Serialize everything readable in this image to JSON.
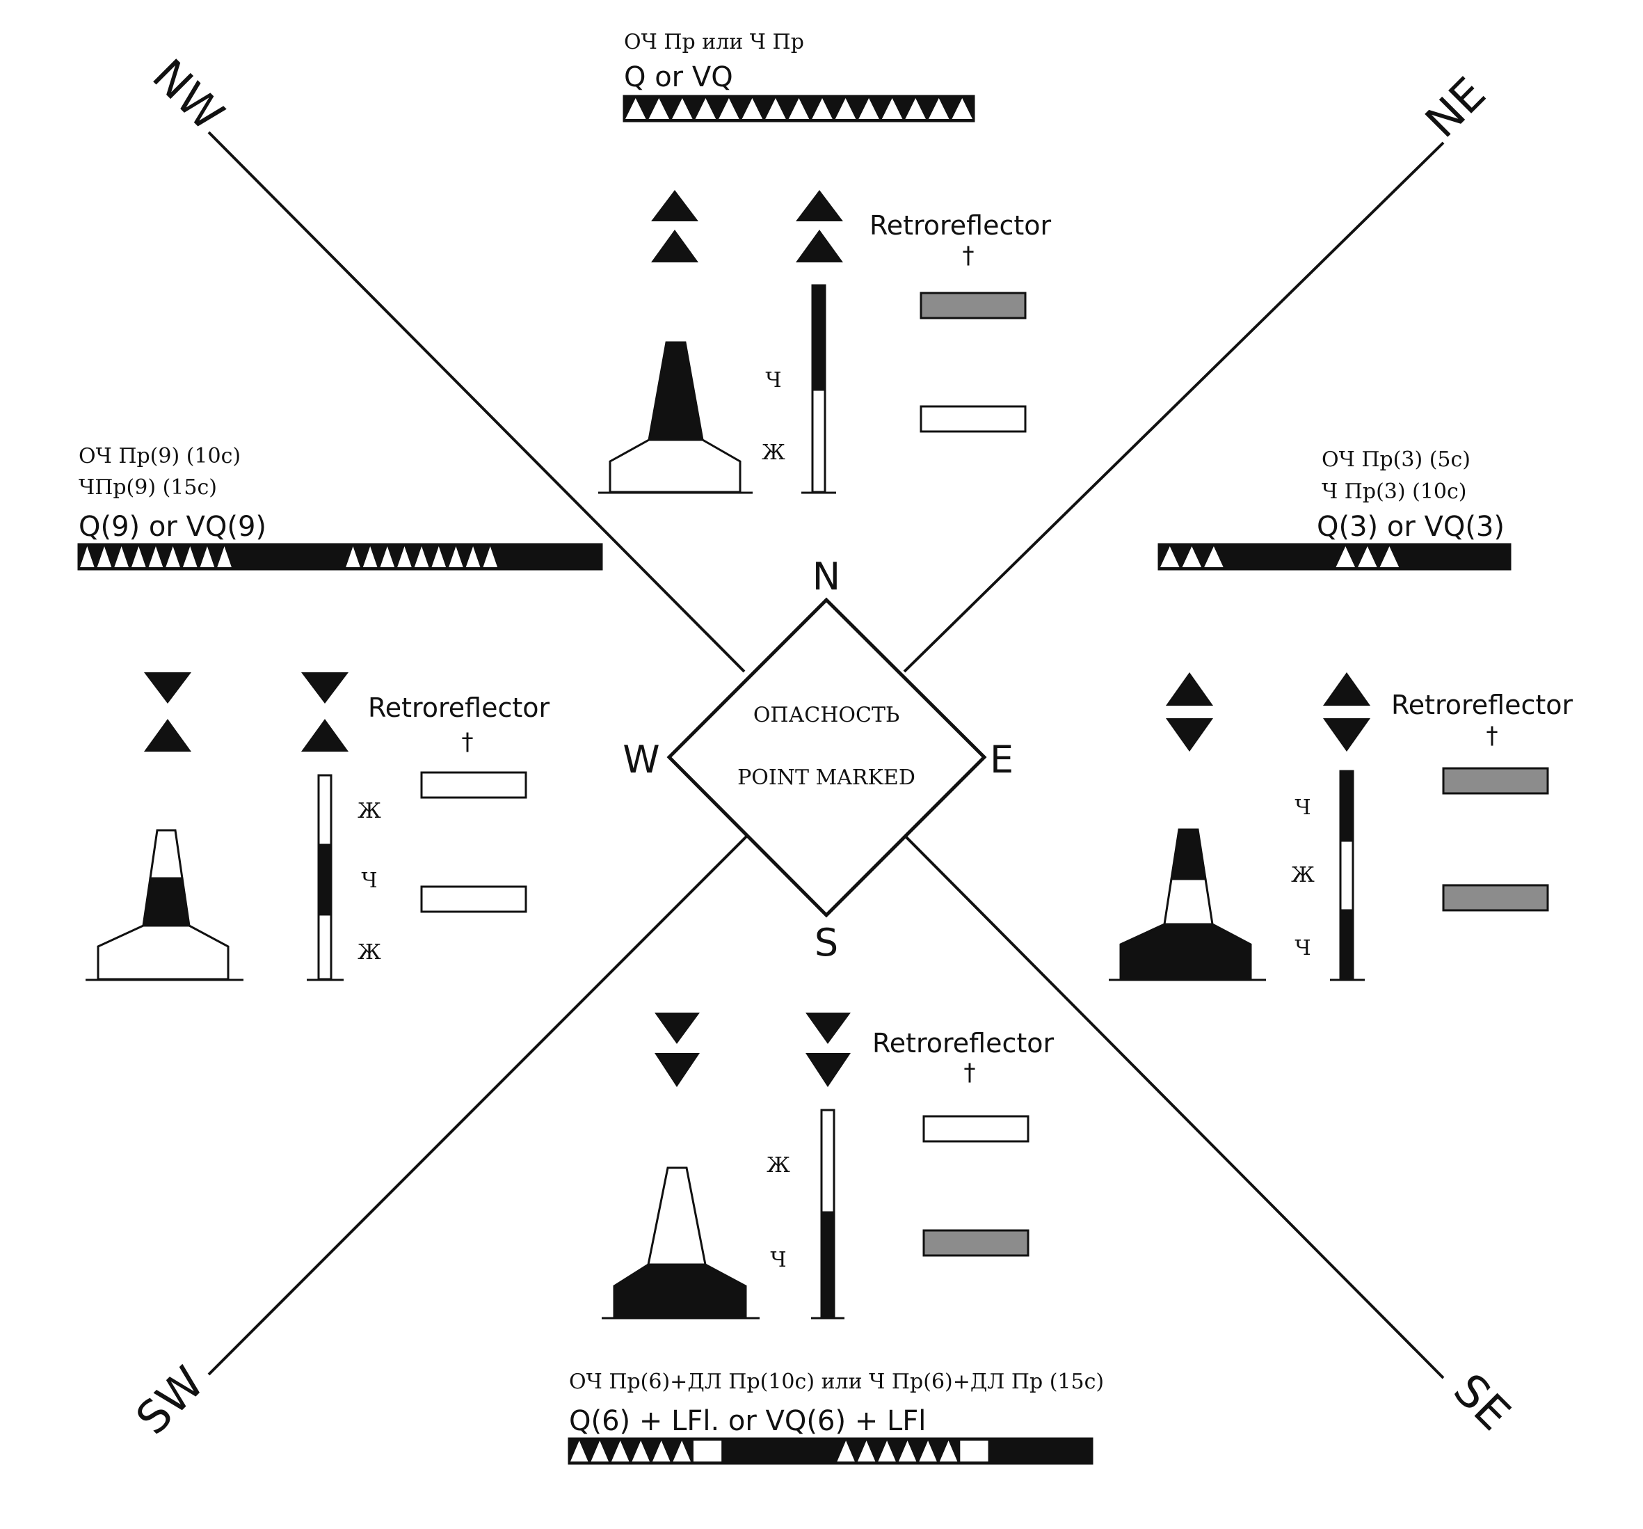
{
  "colors": {
    "ink": "#111111",
    "paper": "#ffffff",
    "grey": "#8c8c8c"
  },
  "center": {
    "title": "ОПАСНОСТЬ",
    "subtitle": "POINT MARKED"
  },
  "compass": {
    "n": "N",
    "s": "S",
    "e": "E",
    "w": "W",
    "nw": "NW",
    "ne": "NE",
    "sw": "SW",
    "se": "SE"
  },
  "north": {
    "rhythm_ru": "ОЧ Пр или Ч Пр",
    "rhythm_en": "Q or VQ",
    "retro": "Retroreflector",
    "dagger": "†",
    "band_top": "Ч",
    "band_bottom": "Ж",
    "topmark": "two cones points up",
    "light": {
      "pattern": [
        {
          "type": "flash",
          "count": 15
        }
      ]
    },
    "retro_panels": [
      "grey",
      "white"
    ]
  },
  "west": {
    "rhythm_ru_1": "ОЧ Пр(9) (10с)",
    "rhythm_ru_2": "ЧПр(9) (15с)",
    "rhythm_en": "Q(9) or VQ(9)",
    "retro": "Retroreflector",
    "dagger": "†",
    "band_top": "Ж",
    "band_mid": "Ч",
    "band_bottom": "Ж",
    "topmark": "two cones point to point",
    "light": {
      "pattern": [
        {
          "type": "flash",
          "count": 9
        },
        {
          "type": "dark",
          "units": 6.5
        },
        {
          "type": "flash",
          "count": 9
        },
        {
          "type": "dark",
          "units": 6
        }
      ]
    },
    "retro_panels": [
      "white",
      "white"
    ]
  },
  "east": {
    "rhythm_ru_1": "ОЧ Пр(3) (5с)",
    "rhythm_ru_2": "Ч Пр(3) (10с)",
    "rhythm_en": "Q(3) or VQ(3)",
    "retro": "Retroreflector",
    "dagger": "†",
    "band_top": "Ч",
    "band_mid": "Ж",
    "band_bottom": "Ч",
    "topmark": "two cones base to base",
    "light": {
      "pattern": [
        {
          "type": "flash",
          "count": 3
        },
        {
          "type": "dark",
          "units": 5
        },
        {
          "type": "flash",
          "count": 3
        },
        {
          "type": "dark",
          "units": 5
        }
      ]
    },
    "retro_panels": [
      "grey",
      "grey"
    ]
  },
  "south": {
    "rhythm_ru": "ОЧ Пр(6)+ДЛ Пр(10с) или Ч Пр(6)+ДЛ Пр (15с)",
    "rhythm_en": "Q(6) + LFl. or VQ(6) + LFl",
    "retro": "Retroreflector",
    "dagger": "†",
    "band_top": "Ж",
    "band_bottom": "Ч",
    "topmark": "two cones points down",
    "light": {
      "pattern": [
        {
          "type": "flash",
          "count": 6
        },
        {
          "type": "long",
          "units": 1.5
        },
        {
          "type": "dark",
          "units": 5.5
        },
        {
          "type": "flash",
          "count": 6
        },
        {
          "type": "long",
          "units": 1.5
        },
        {
          "type": "dark",
          "units": 5
        }
      ]
    },
    "retro_panels": [
      "white",
      "grey"
    ]
  }
}
